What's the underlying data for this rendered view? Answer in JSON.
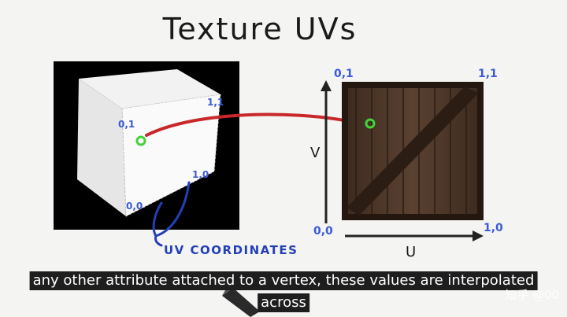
{
  "title": "Texture UVs",
  "cube_labels": {
    "top_left": "0,1",
    "top_right": "1,1",
    "bottom_left": "0,0",
    "bottom_right": "1,0"
  },
  "texture_labels": {
    "top_left": "0,1",
    "top_right": "1,1",
    "bottom_left": "0,0",
    "bottom_right": "1,0"
  },
  "axis_labels": {
    "u": "U",
    "v": "V"
  },
  "annotation": "UV COORDINATES",
  "subtitle": {
    "line1": "any other attribute attached to a vertex, these values are interpolated",
    "line2": "across"
  },
  "watermark": "知乎 @00",
  "colors": {
    "arrow": "#c8282a",
    "marker": "#43d43a",
    "ink_blue": "#2340b8",
    "ink_black": "#1a1a1a",
    "label_blue": "#3a5ad8",
    "wood_base": "#4a3426"
  }
}
